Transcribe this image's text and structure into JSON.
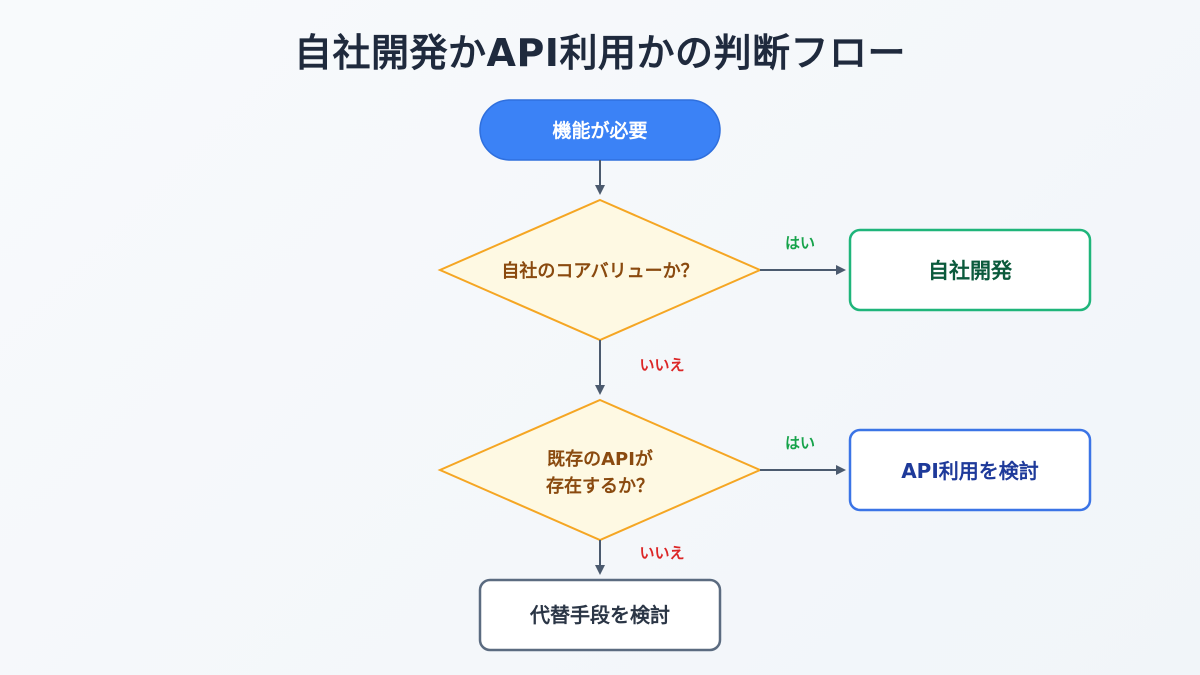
{
  "title": "自社開発かAPI利用かの判断フロー",
  "nodes": {
    "start": "機能が必要",
    "decision_core": "自社のコアバリューか？",
    "result_inhouse": "自社開発",
    "decision_api_line1": "既存のAPIが",
    "decision_api_line2": "存在するか？",
    "result_api": "API利用を検討",
    "result_alternative": "代替手段を検討"
  },
  "edge_labels": {
    "core_yes": "はい",
    "core_no": "いいえ",
    "api_yes": "はい",
    "api_no": "いいえ"
  },
  "colors": {
    "start_fill": "#3b82f6",
    "decision_fill": "#fef9e3",
    "decision_stroke": "#f5a623",
    "decision_text": "#8a4a0f",
    "inhouse_stroke": "#1fb57a",
    "inhouse_text": "#0b5a3c",
    "api_stroke": "#3b74e6",
    "api_text": "#1e3a9a",
    "alt_stroke": "#5b6b80",
    "alt_text": "#2b3646",
    "yes_text": "#16a34a",
    "no_text": "#dc2626",
    "arrow": "#4b5a6e"
  }
}
